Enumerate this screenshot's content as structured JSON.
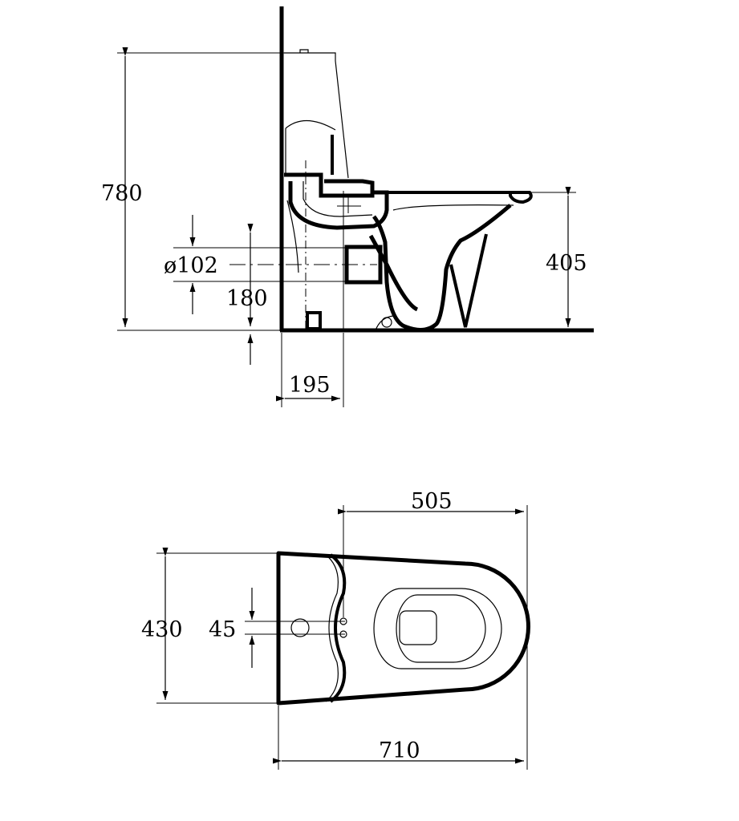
{
  "side_view": {
    "dimensions": {
      "total_height": "780",
      "seat_height": "405",
      "pipe_diameter": "ø102",
      "pipe_height": "180",
      "wall_to_outlet": "195"
    }
  },
  "top_view": {
    "dimensions": {
      "bowl_length": "505",
      "width": "430",
      "hole_spacing": "45",
      "total_length": "710"
    }
  },
  "colors": {
    "line": "#000000",
    "background": "#ffffff"
  }
}
